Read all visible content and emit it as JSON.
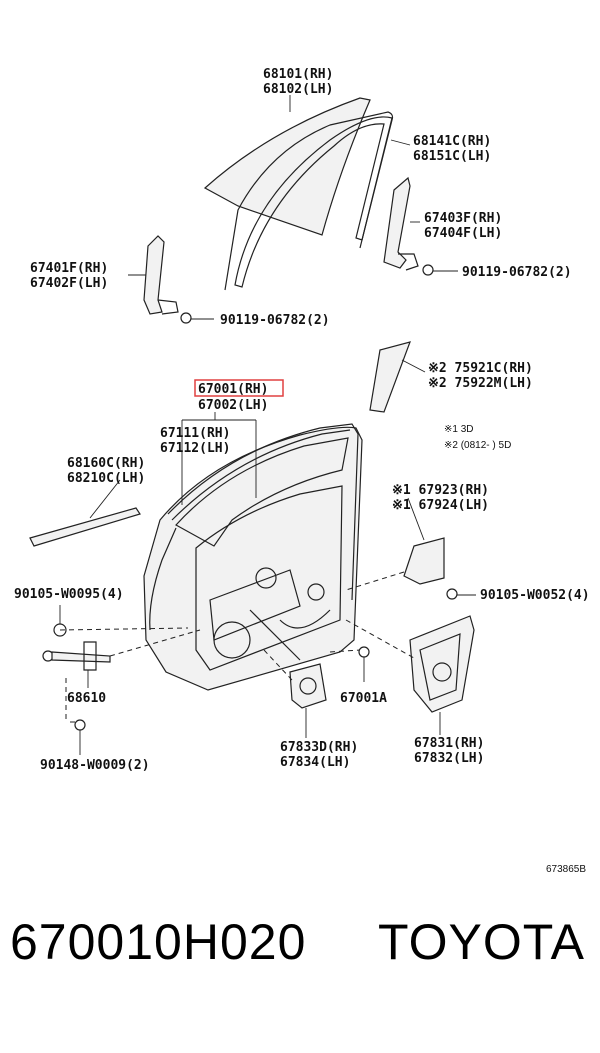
{
  "diagram": {
    "labels": {
      "glass": [
        "68101(RH)",
        "68102(LH)"
      ],
      "run_channel": [
        "68141C(RH)",
        "68151C(LH)"
      ],
      "rear_sash": [
        "67403F(RH)",
        "67404F(LH)"
      ],
      "front_sash": [
        "67401F(RH)",
        "67402F(LH)"
      ],
      "bolt_upper_right": "90119-06782(2)",
      "bolt_upper_left": "90119-06782(2)",
      "garnish": [
        "※2 75921C(RH)",
        "※2 75922M(LH)"
      ],
      "door_panel": [
        "67001(RH)",
        "67002(LH)"
      ],
      "weatherstrip": [
        "67111(RH)",
        "67112(LH)"
      ],
      "belt_moulding": [
        "68160C(RH)",
        "68210C(LH)"
      ],
      "notes": [
        "※1 3D",
        "※2 (0812-      ) 5D"
      ],
      "bracket": [
        "※1 67923(RH)",
        "※1 67924(LH)"
      ],
      "bolt_left": "90105-W0095(4)",
      "bolt_right": "90105-W0052(4)",
      "check_assy": "68610",
      "service_hole_cover": [
        "67833D(RH)",
        "67834(LH)"
      ],
      "clip": "67001A",
      "cover_right": [
        "67831(RH)",
        "67832(LH)"
      ],
      "bolt_bottom": "90148-W0009(2)",
      "figure_ref": "673865B"
    }
  },
  "footer": {
    "part_number": "670010H020",
    "brand": "TOYOTA"
  }
}
